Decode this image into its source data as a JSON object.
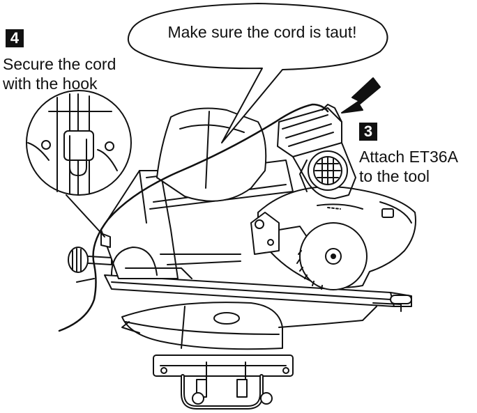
{
  "steps": [
    {
      "number": "4",
      "lines": [
        "Secure the cord",
        "with the hook"
      ]
    },
    {
      "number": "3",
      "lines": [
        "Attach ET36A",
        "to the tool"
      ]
    }
  ],
  "speech_bubble": {
    "text": "Make sure the cord is taut!"
  },
  "colors": {
    "ink": "#111111",
    "background": "#ffffff",
    "badge_fill": "#111111",
    "badge_text": "#ffffff"
  },
  "icons": [
    "arrow-icon",
    "hook-detail-magnifier",
    "miter-saw-illustration",
    "dust-extractor-attachment",
    "power-cord",
    "saw-blade",
    "dust-bag"
  ]
}
